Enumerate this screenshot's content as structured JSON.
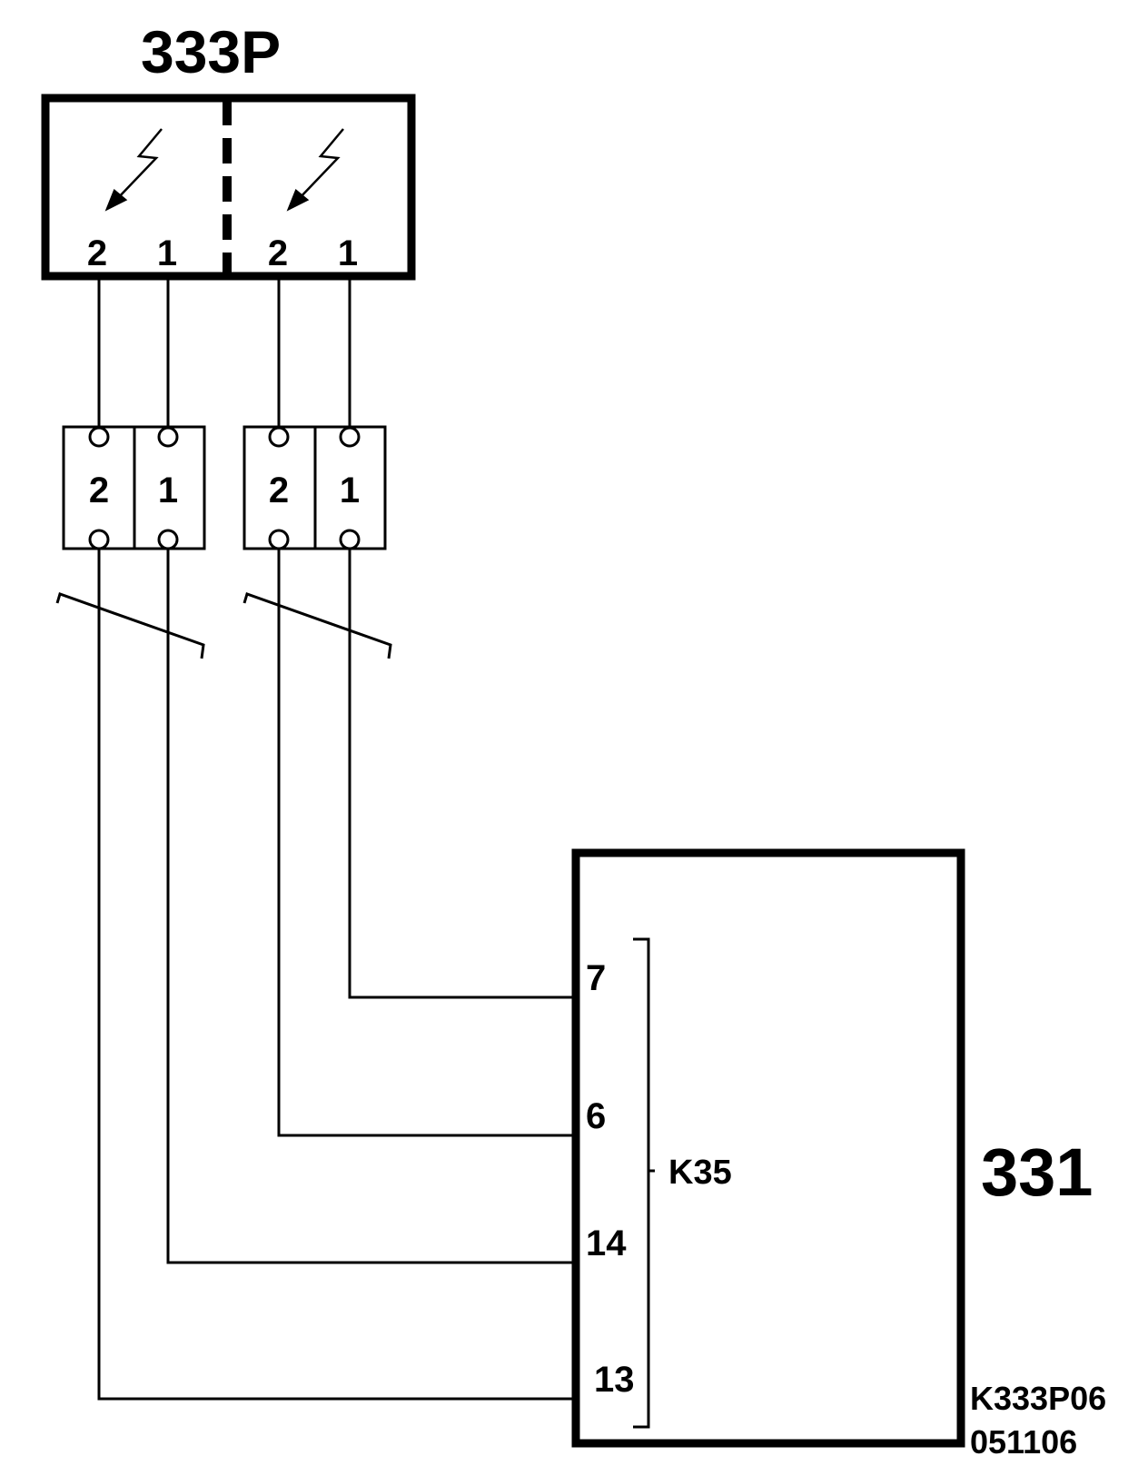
{
  "component_top": {
    "id": "333P",
    "terminals": [
      "2",
      "1",
      "2",
      "1"
    ]
  },
  "connector": {
    "pins": [
      "2",
      "1",
      "2",
      "1"
    ]
  },
  "component_bottom": {
    "id": "331",
    "connector_label": "K35",
    "pins": [
      "7",
      "6",
      "14",
      "13"
    ]
  },
  "drawing_code": {
    "line1": "K333P06",
    "line2": "051106"
  },
  "colors": {
    "line": "#000000",
    "background": "#ffffff"
  }
}
